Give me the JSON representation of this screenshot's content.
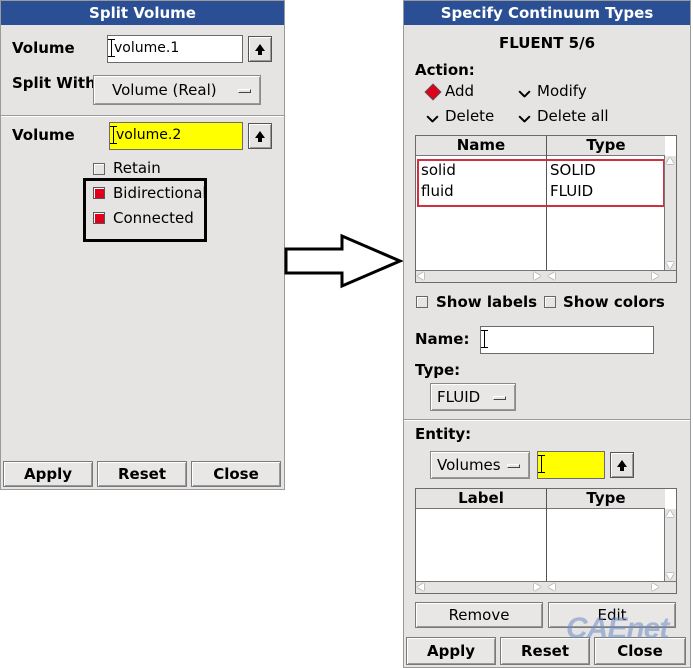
{
  "split_volume": {
    "title": "Split Volume",
    "volume_label": "Volume",
    "volume_value": "volume.1",
    "split_with_label": "Split With",
    "split_with_value": "Volume (Real)",
    "volume2_label": "Volume",
    "volume2_value": "volume.2",
    "retain_label": "Retain",
    "bidirectional_label": "Bidirectional",
    "connected_label": "Connected",
    "apply_label": "Apply",
    "reset_label": "Reset",
    "close_label": "Close"
  },
  "continuum": {
    "title": "Specify Continuum Types",
    "solver": "FLUENT 5/6",
    "action_label": "Action:",
    "actions": {
      "add": "Add",
      "modify": "Modify",
      "delete": "Delete",
      "delete_all": "Delete all"
    },
    "table_headers": {
      "name": "Name",
      "type": "Type"
    },
    "rows": [
      {
        "name": "solid",
        "type": "SOLID"
      },
      {
        "name": "fluid",
        "type": "FLUID"
      }
    ],
    "show_labels": "Show labels",
    "show_colors": "Show colors",
    "name_label": "Name:",
    "name_value": "",
    "type_label": "Type:",
    "type_value": "FLUID",
    "entity_label": "Entity:",
    "entity_value": "Volumes",
    "entity_input_value": "",
    "entity_headers": {
      "label": "Label",
      "type": "Type"
    },
    "remove_label": "Remove",
    "edit_label": "Edit",
    "apply_label": "Apply",
    "reset_label": "Reset",
    "close_label": "Close"
  },
  "watermark": "CAEnet",
  "colors": {
    "title_bar": "#2b4f95",
    "panel": "#e6e3e3",
    "highlight": "#ffff00",
    "check_on": "#e0001b",
    "annotation_red": "#d03040"
  }
}
